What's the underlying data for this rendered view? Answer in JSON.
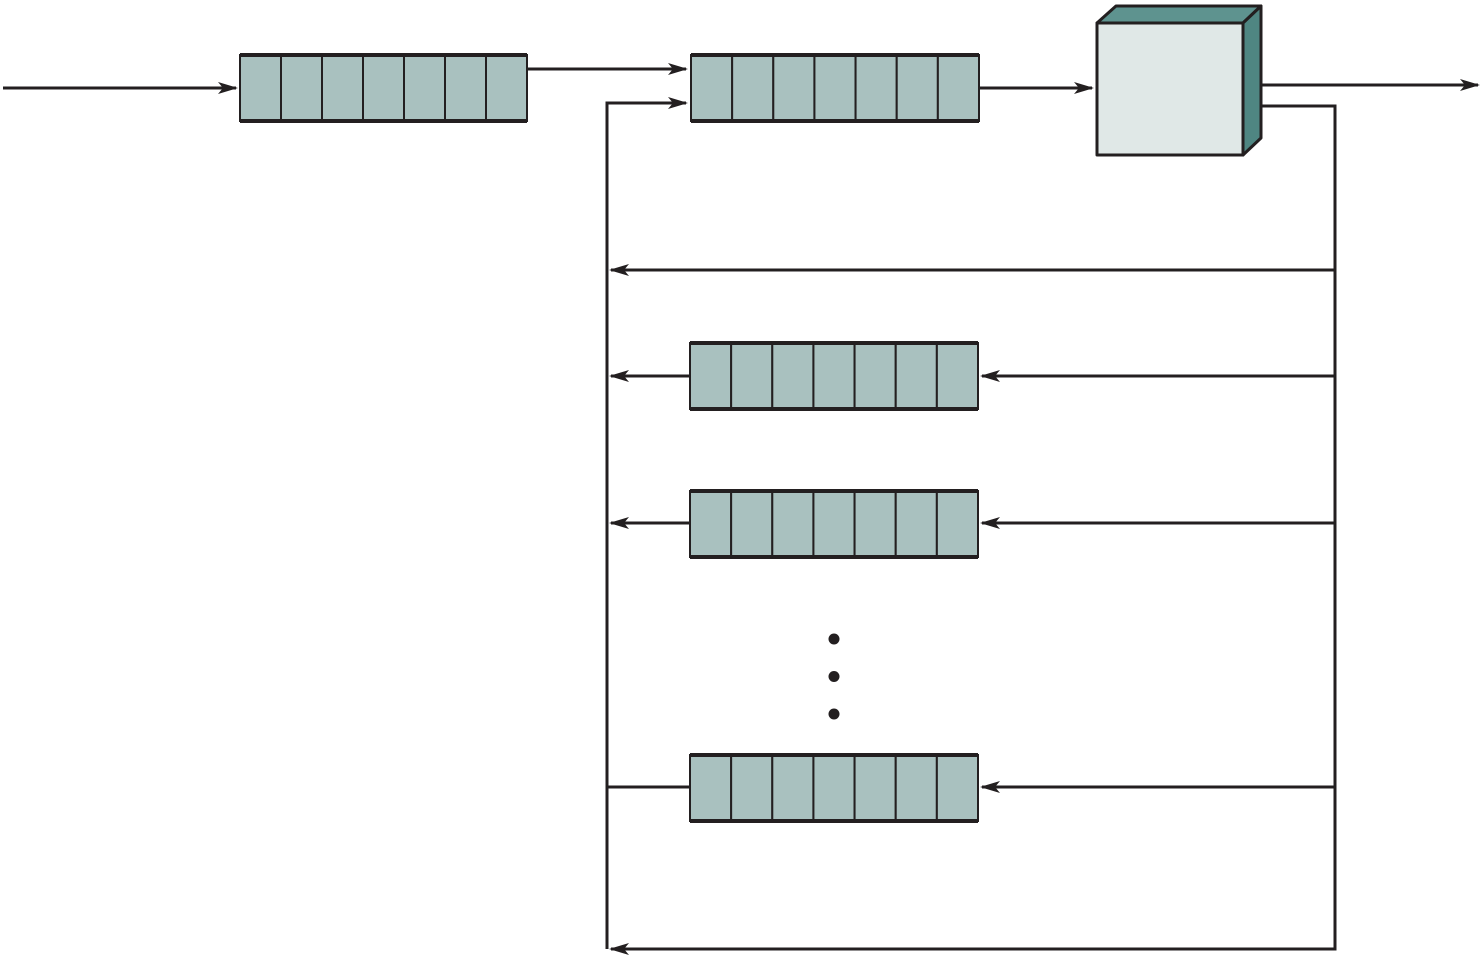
{
  "colors": {
    "line": "#231f20",
    "queue_fill": "#a9c1bf",
    "processor_front": "#e0e8e7",
    "processor_top": "#5e938f",
    "processor_side": "#4f8682",
    "background": "#ffffff"
  },
  "queues": [
    {
      "id": "entry-queue",
      "cells": 7
    },
    {
      "id": "ready-queue",
      "cells": 7
    },
    {
      "id": "event-queue-1",
      "cells": 7
    },
    {
      "id": "event-queue-2",
      "cells": 7
    },
    {
      "id": "event-queue-n",
      "cells": 7
    }
  ],
  "continuation_dots": 3,
  "labels": []
}
